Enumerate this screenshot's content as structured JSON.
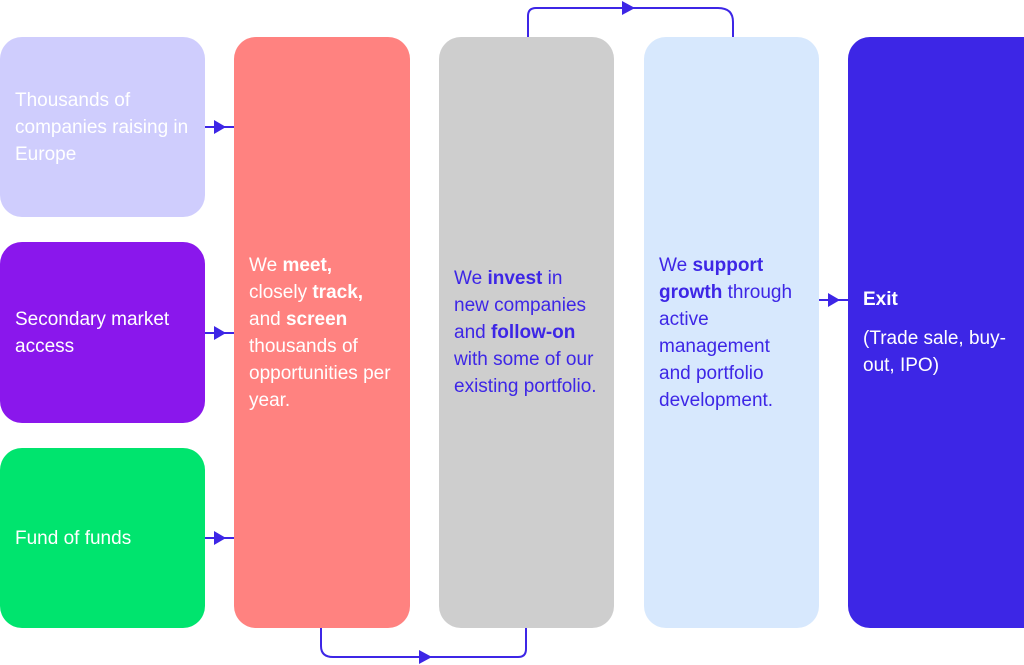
{
  "colors": {
    "accent": "#3d26e6",
    "lavender": "#cfcdfd",
    "purple": "#8a17ec",
    "green": "#00e46e",
    "coral": "#ff8280",
    "gray": "#cecece",
    "lightblue": "#d7e8fd"
  },
  "sources": [
    {
      "text": "Thousands of companies raising in Europe"
    },
    {
      "text": "Secondary market access"
    },
    {
      "text": "Fund of funds"
    }
  ],
  "screen": {
    "t1": "We ",
    "b1": "meet,",
    "t2": " closely ",
    "b2": "track,",
    "t3": " and ",
    "b3": "screen",
    "t4": " thousands of opportunities per year."
  },
  "invest": {
    "t1": "We ",
    "b1": "invest",
    "t2": " in new companies and ",
    "b2": "follow-on",
    "t3": " with some of our existing portfolio."
  },
  "support": {
    "t1": "We ",
    "b1": "support growth",
    "t2": " through active management and portfolio development."
  },
  "exit": {
    "title": "Exit",
    "detail": "(Trade sale, buy-out, IPO)"
  }
}
